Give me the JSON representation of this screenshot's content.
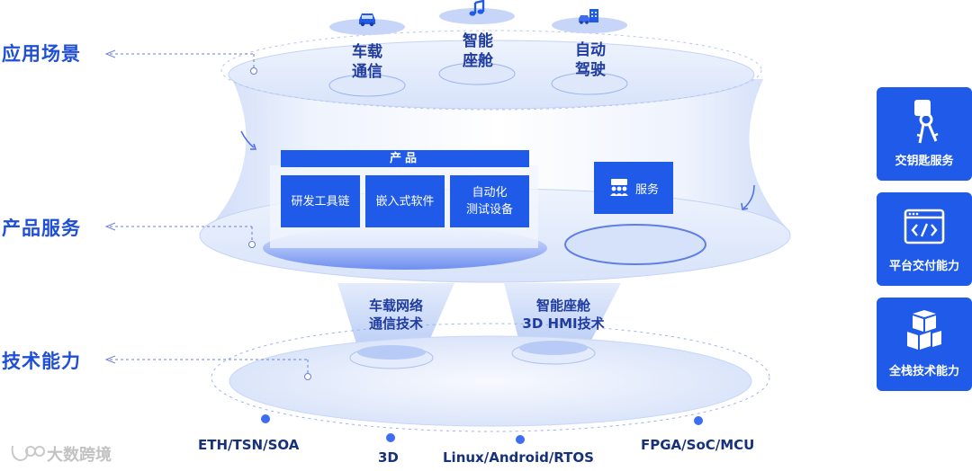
{
  "layers": {
    "application": "应用场景",
    "product_service": "产品服务",
    "technology": "技术能力"
  },
  "scenarios": [
    {
      "label": "车载\n通信",
      "icon": "car-icon"
    },
    {
      "label": "智能\n座舱",
      "icon": "music-note-icon"
    },
    {
      "label": "自动\n驾驶",
      "icon": "car-building-icon"
    }
  ],
  "products": {
    "header": "产品",
    "items": [
      "研发工具链",
      "嵌入式软件",
      "自动化\n测试设备"
    ]
  },
  "service": {
    "label": "服务",
    "icon": "people-icon"
  },
  "tech": [
    "车载网络\n通信技术",
    "智能座舱\n3D HMI技术"
  ],
  "base_tags": [
    "ETH/TSN/SOA",
    "3D",
    "Linux/Android/RTOS",
    "FPGA/SoC/MCU"
  ],
  "cards": [
    {
      "label": "交钥匙服务",
      "icon": "keys-icon"
    },
    {
      "label": "平台交付能力",
      "icon": "code-window-icon"
    },
    {
      "label": "全栈技术能力",
      "icon": "cubes-icon"
    }
  ],
  "watermark": {
    "logo": "watermark-logo",
    "text": "大数跨境"
  },
  "colors": {
    "primary": "#1f5be8",
    "dark_text": "#17317a",
    "accent_text": "#1f3c9e",
    "layer_label": "#1f4fd6"
  }
}
